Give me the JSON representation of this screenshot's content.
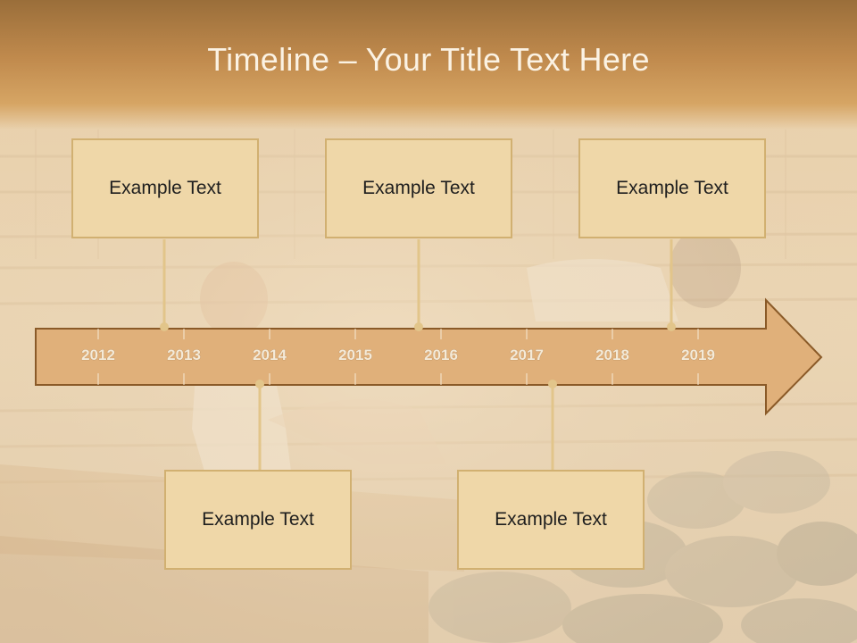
{
  "slide": {
    "title": "Timeline – Your Title Text Here"
  },
  "timeline": {
    "years": [
      "2012",
      "2013",
      "2014",
      "2015",
      "2016",
      "2017",
      "2018",
      "2019"
    ]
  },
  "events": [
    {
      "text": "Example Text"
    },
    {
      "text": "Example Text"
    },
    {
      "text": "Example Text"
    },
    {
      "text": "Example Text"
    },
    {
      "text": "Example Text"
    }
  ],
  "colors": {
    "arrow_fill": "#e0b07a",
    "arrow_outline": "#8a5a28",
    "box_fill": "#efd7a8",
    "box_border": "#d1b071",
    "connector": "#e2c58a"
  }
}
